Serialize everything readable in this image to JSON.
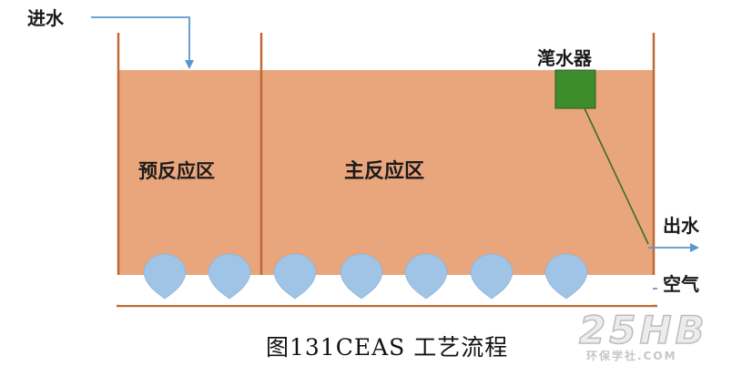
{
  "labels": {
    "inflow": "进水",
    "pre_reaction_zone": "预反应区",
    "main_reaction_zone": "主反应区",
    "decanter": "滗水器",
    "outflow": "出水",
    "air": "空气"
  },
  "caption": "图131CEAS 工艺流程",
  "watermark": {
    "logo_text": "25HB",
    "tagline": "环保学社.COM"
  },
  "colors": {
    "water": "#e9a57c",
    "tank_wall": "#bf6a36",
    "decanter": "#3d8c2c",
    "bubble": "#9fc4e6",
    "pipe": "#5b95cf"
  },
  "diffuser_count": 7
}
